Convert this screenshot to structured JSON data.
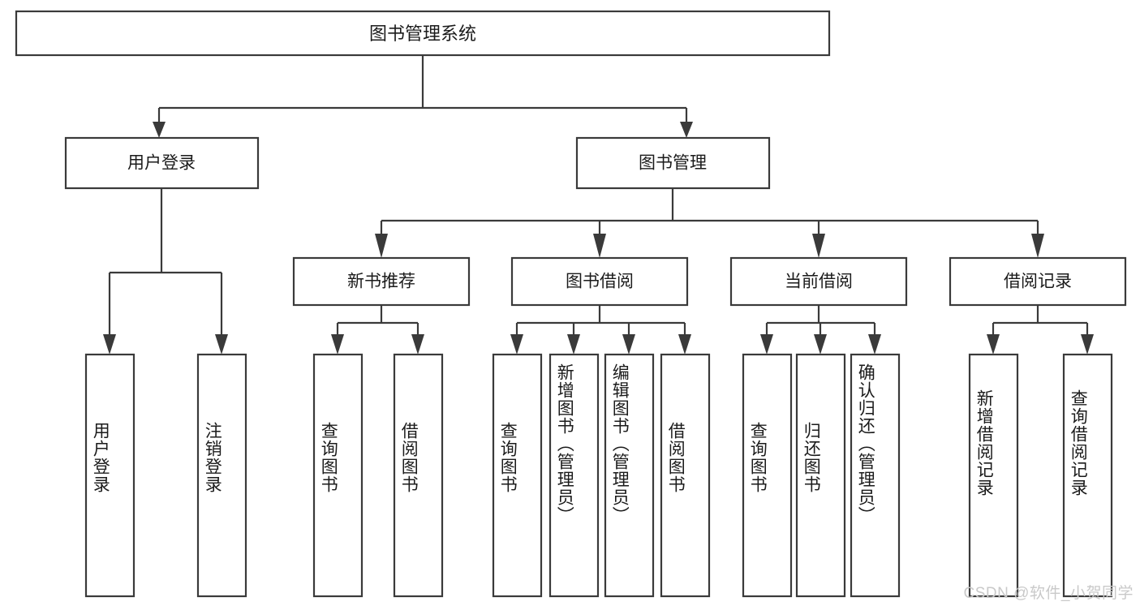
{
  "diagram": {
    "type": "tree",
    "title": "图书管理系统",
    "orientation": "top-down",
    "watermark": "CSDN @软件_小贺同学",
    "colors": {
      "background": "#ffffff",
      "box_stroke": "#3a3a3a",
      "box_fill": "#ffffff",
      "text": "#1b1b1b",
      "watermark": "#c9c9c9"
    },
    "levels": {
      "root": {
        "label": "图书管理系统"
      },
      "level2": [
        {
          "label": "用户登录"
        },
        {
          "label": "图书管理"
        }
      ],
      "level3": [
        {
          "label": "新书推荐"
        },
        {
          "label": "图书借阅"
        },
        {
          "label": "当前借阅"
        },
        {
          "label": "借阅记录"
        }
      ],
      "leaves": {
        "user_login": [
          {
            "label": "用户登录"
          },
          {
            "label": "注销登录"
          }
        ],
        "new_book_recommend": [
          {
            "label": "查询图书"
          },
          {
            "label": "借阅图书"
          }
        ],
        "book_borrow": [
          {
            "label": "查询图书"
          },
          {
            "label": "新增图书（管理员）"
          },
          {
            "label": "编辑图书（管理员）"
          },
          {
            "label": "借阅图书"
          }
        ],
        "current_borrow": [
          {
            "label": "查询图书"
          },
          {
            "label": "归还图书"
          },
          {
            "label": "确认归还（管理员）"
          }
        ],
        "borrow_record": [
          {
            "label": "新增借阅记录"
          },
          {
            "label": "查询借阅记录"
          }
        ]
      }
    }
  }
}
